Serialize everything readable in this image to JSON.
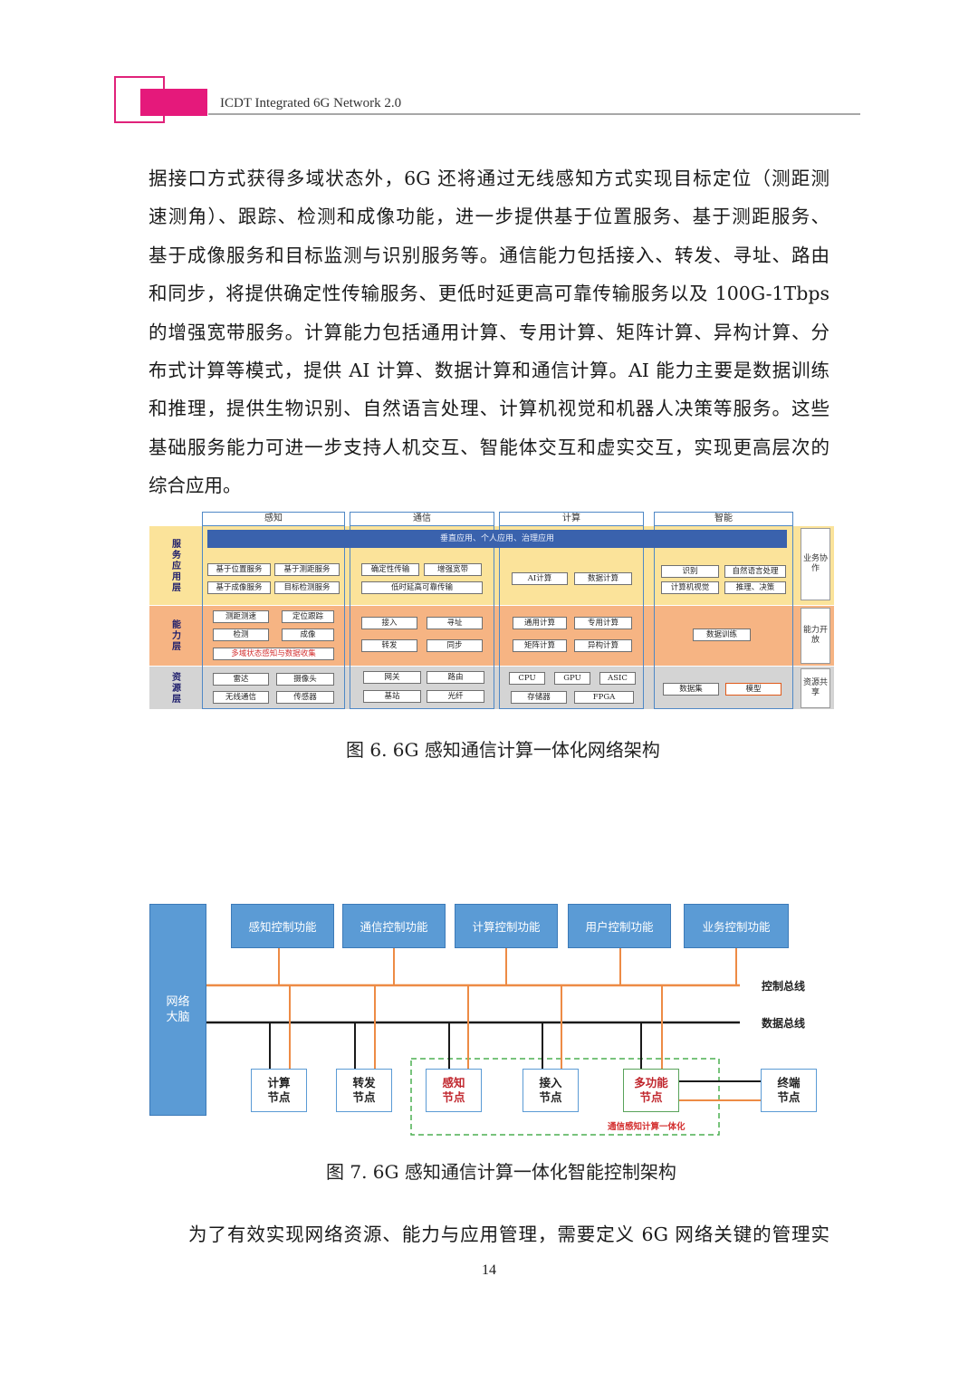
{
  "header": {
    "title": "ICDT Integrated 6G Network 2.0",
    "accent_color": "#e5197b"
  },
  "body_text": {
    "lines": [
      "据接口方式获得多域状态外，6G 还将通过无线感知方式实现目标定位（测距测",
      "速测角）、跟踪、检测和成像功能，进一步提供基于位置服务、基于测距服务、",
      "基于成像服务和目标监测与识别服务等。通信能力包括接入、转发、寻址、路由",
      "和同步，将提供确定性传输服务、更低时延更高可靠传输服务以及 100G-1Tbps",
      "的增强宽带服务。计算能力包括通用计算、专用计算、矩阵计算、异构计算、分",
      "布式计算等模式，提供 AI 计算、数据计算和通信计算。AI 能力主要是数据训练",
      "和推理，提供生物识别、自然语言处理、计算机视觉和机器人决策等服务。这些",
      "基础服务能力可进一步支持人机交互、智能体交互和虚实交互，实现更高层次的",
      "综合应用。"
    ]
  },
  "figure6": {
    "caption": "图 6. 6G 感知通信计算一体化网络架构",
    "columns": [
      "感知",
      "通信",
      "计算",
      "智能"
    ],
    "top_bar": "垂直应用、个人应用、治理应用",
    "layers": {
      "service": {
        "label": "服务应用层",
        "color": "#fbe39a"
      },
      "capability": {
        "label": "能力层",
        "color": "#f6b483"
      },
      "resource": {
        "label": "资源层",
        "color": "#d4d4d4"
      }
    },
    "service_boxes": {
      "sensing": [
        "基于位置服务",
        "基于测距服务",
        "基于成像服务",
        "目标检测服务"
      ],
      "comm": [
        "确定性传输",
        "增强宽带",
        "低时延高可靠传输"
      ],
      "compute": [
        "AI计算",
        "数据计算"
      ],
      "intel": [
        "识别",
        "自然语言处理",
        "计算机视觉",
        "推理、决策"
      ]
    },
    "capability_boxes": {
      "sensing": [
        "测距测速",
        "定位跟踪",
        "检测",
        "成像",
        "多域状态感知与数据收集"
      ],
      "comm": [
        "接入",
        "寻址",
        "转发",
        "同步"
      ],
      "compute": [
        "通用计算",
        "专用计算",
        "矩阵计算",
        "异构计算"
      ],
      "intel": [
        "数据训练"
      ]
    },
    "resource_boxes": {
      "sensing": [
        "雷达",
        "摄像头",
        "无线通信",
        "传感器"
      ],
      "comm": [
        "网关",
        "路由",
        "基站",
        "光纤"
      ],
      "compute": [
        "CPU",
        "GPU",
        "ASIC",
        "存储器",
        "FPGA"
      ],
      "intel": [
        "数据集",
        "模型"
      ]
    },
    "right_labels": [
      "业务协作",
      "能力开放",
      "资源共享"
    ]
  },
  "figure7": {
    "caption": "图 7. 6G 感知通信计算一体化智能控制架构",
    "brain": "网络大脑",
    "control_functions": [
      "感知控制功能",
      "通信控制功能",
      "计算控制功能",
      "用户控制功能",
      "业务控制功能"
    ],
    "bus_labels": {
      "control": "控制总线",
      "data": "数据总线"
    },
    "nodes": [
      {
        "line1": "计算",
        "line2": "节点",
        "color": "#222222",
        "border": "#5b9bd5"
      },
      {
        "line1": "转发",
        "line2": "节点",
        "color": "#222222",
        "border": "#5b9bd5"
      },
      {
        "line1": "感知",
        "line2": "节点",
        "color": "#c0262d",
        "border": "#5b9bd5"
      },
      {
        "line1": "接入",
        "line2": "节点",
        "color": "#222222",
        "border": "#5b9bd5"
      },
      {
        "line1": "多功能",
        "line2": "节点",
        "color": "#c0262d",
        "border": "#58a35a"
      },
      {
        "line1": "终端",
        "line2": "节点",
        "color": "#222222",
        "border": "#5b9bd5"
      }
    ],
    "integration_label": "通信感知计算一体化",
    "colors": {
      "control_bus": "#ed8b45",
      "data_bus": "#1a1a1a",
      "dashed": "#4caf50"
    }
  },
  "footer_text": "为了有效实现网络资源、能力与应用管理，需要定义 6G 网络关键的管理实",
  "page_number": "14"
}
